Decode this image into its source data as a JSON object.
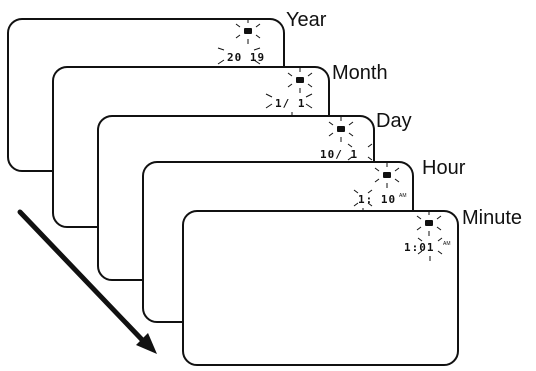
{
  "screens": [
    {
      "label": "Year",
      "digits": "20 19",
      "suffix": ""
    },
    {
      "label": "Month",
      "digits": "1/ 1",
      "suffix": ""
    },
    {
      "label": "Day",
      "digits": "10/ 1",
      "suffix": ""
    },
    {
      "label": "Hour",
      "digits": "1: 10",
      "suffix": "AM"
    },
    {
      "label": "Minute",
      "digits": "1:01",
      "suffix": "AM"
    }
  ],
  "icons": {
    "status_icon": "battery-icon",
    "blink_marks": "blink-rays-icon",
    "direction": "arrow-down-right-icon"
  },
  "colors": {
    "outline": "#111111",
    "background": "#ffffff"
  }
}
